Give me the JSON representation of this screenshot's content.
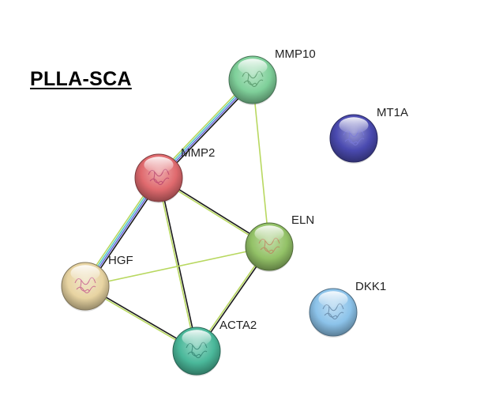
{
  "title": "PLLA-SCA",
  "network": {
    "nodes": [
      {
        "id": "MMP10",
        "label": "MMP10",
        "color": "#7fd09a",
        "glyph_color": "#4a8a5c"
      },
      {
        "id": "MT1A",
        "label": "MT1A",
        "color": "#4a4ab0",
        "glyph_color": "#7a7adc"
      },
      {
        "id": "MMP2",
        "label": "MMP2",
        "color": "#e06a6e",
        "glyph_color": "#b23a6a"
      },
      {
        "id": "ELN",
        "label": "ELN",
        "color": "#93c267",
        "glyph_color": "#c07a5a"
      },
      {
        "id": "HGF",
        "label": "HGF",
        "color": "#e8d4a2",
        "glyph_color": "#c04a8a"
      },
      {
        "id": "DKK1",
        "label": "DKK1",
        "color": "#8cc3ea",
        "glyph_color": "#5a7a9a"
      },
      {
        "id": "ACTA2",
        "label": "ACTA2",
        "color": "#4ab89a",
        "glyph_color": "#2a7a6a"
      }
    ],
    "edges": [
      {
        "from": "MMP10",
        "to": "MMP2",
        "colors": [
          "#1a1a1a",
          "#6a6ae0",
          "#58c8c8",
          "#b8d860"
        ]
      },
      {
        "from": "MMP10",
        "to": "ELN",
        "colors": [
          "#b8d860"
        ]
      },
      {
        "from": "MMP2",
        "to": "ELN",
        "colors": [
          "#1a1a1a",
          "#b8d860"
        ]
      },
      {
        "from": "MMP2",
        "to": "HGF",
        "colors": [
          "#1a1a1a",
          "#6a6ae0",
          "#58c8c8",
          "#b8d860"
        ]
      },
      {
        "from": "MMP2",
        "to": "ACTA2",
        "colors": [
          "#1a1a1a",
          "#b8d860"
        ]
      },
      {
        "from": "HGF",
        "to": "ELN",
        "colors": [
          "#b8d860"
        ]
      },
      {
        "from": "HGF",
        "to": "ACTA2",
        "colors": [
          "#1a1a1a",
          "#b8d860"
        ]
      },
      {
        "from": "ELN",
        "to": "ACTA2",
        "colors": [
          "#1a1a1a",
          "#b8d860"
        ]
      }
    ]
  }
}
